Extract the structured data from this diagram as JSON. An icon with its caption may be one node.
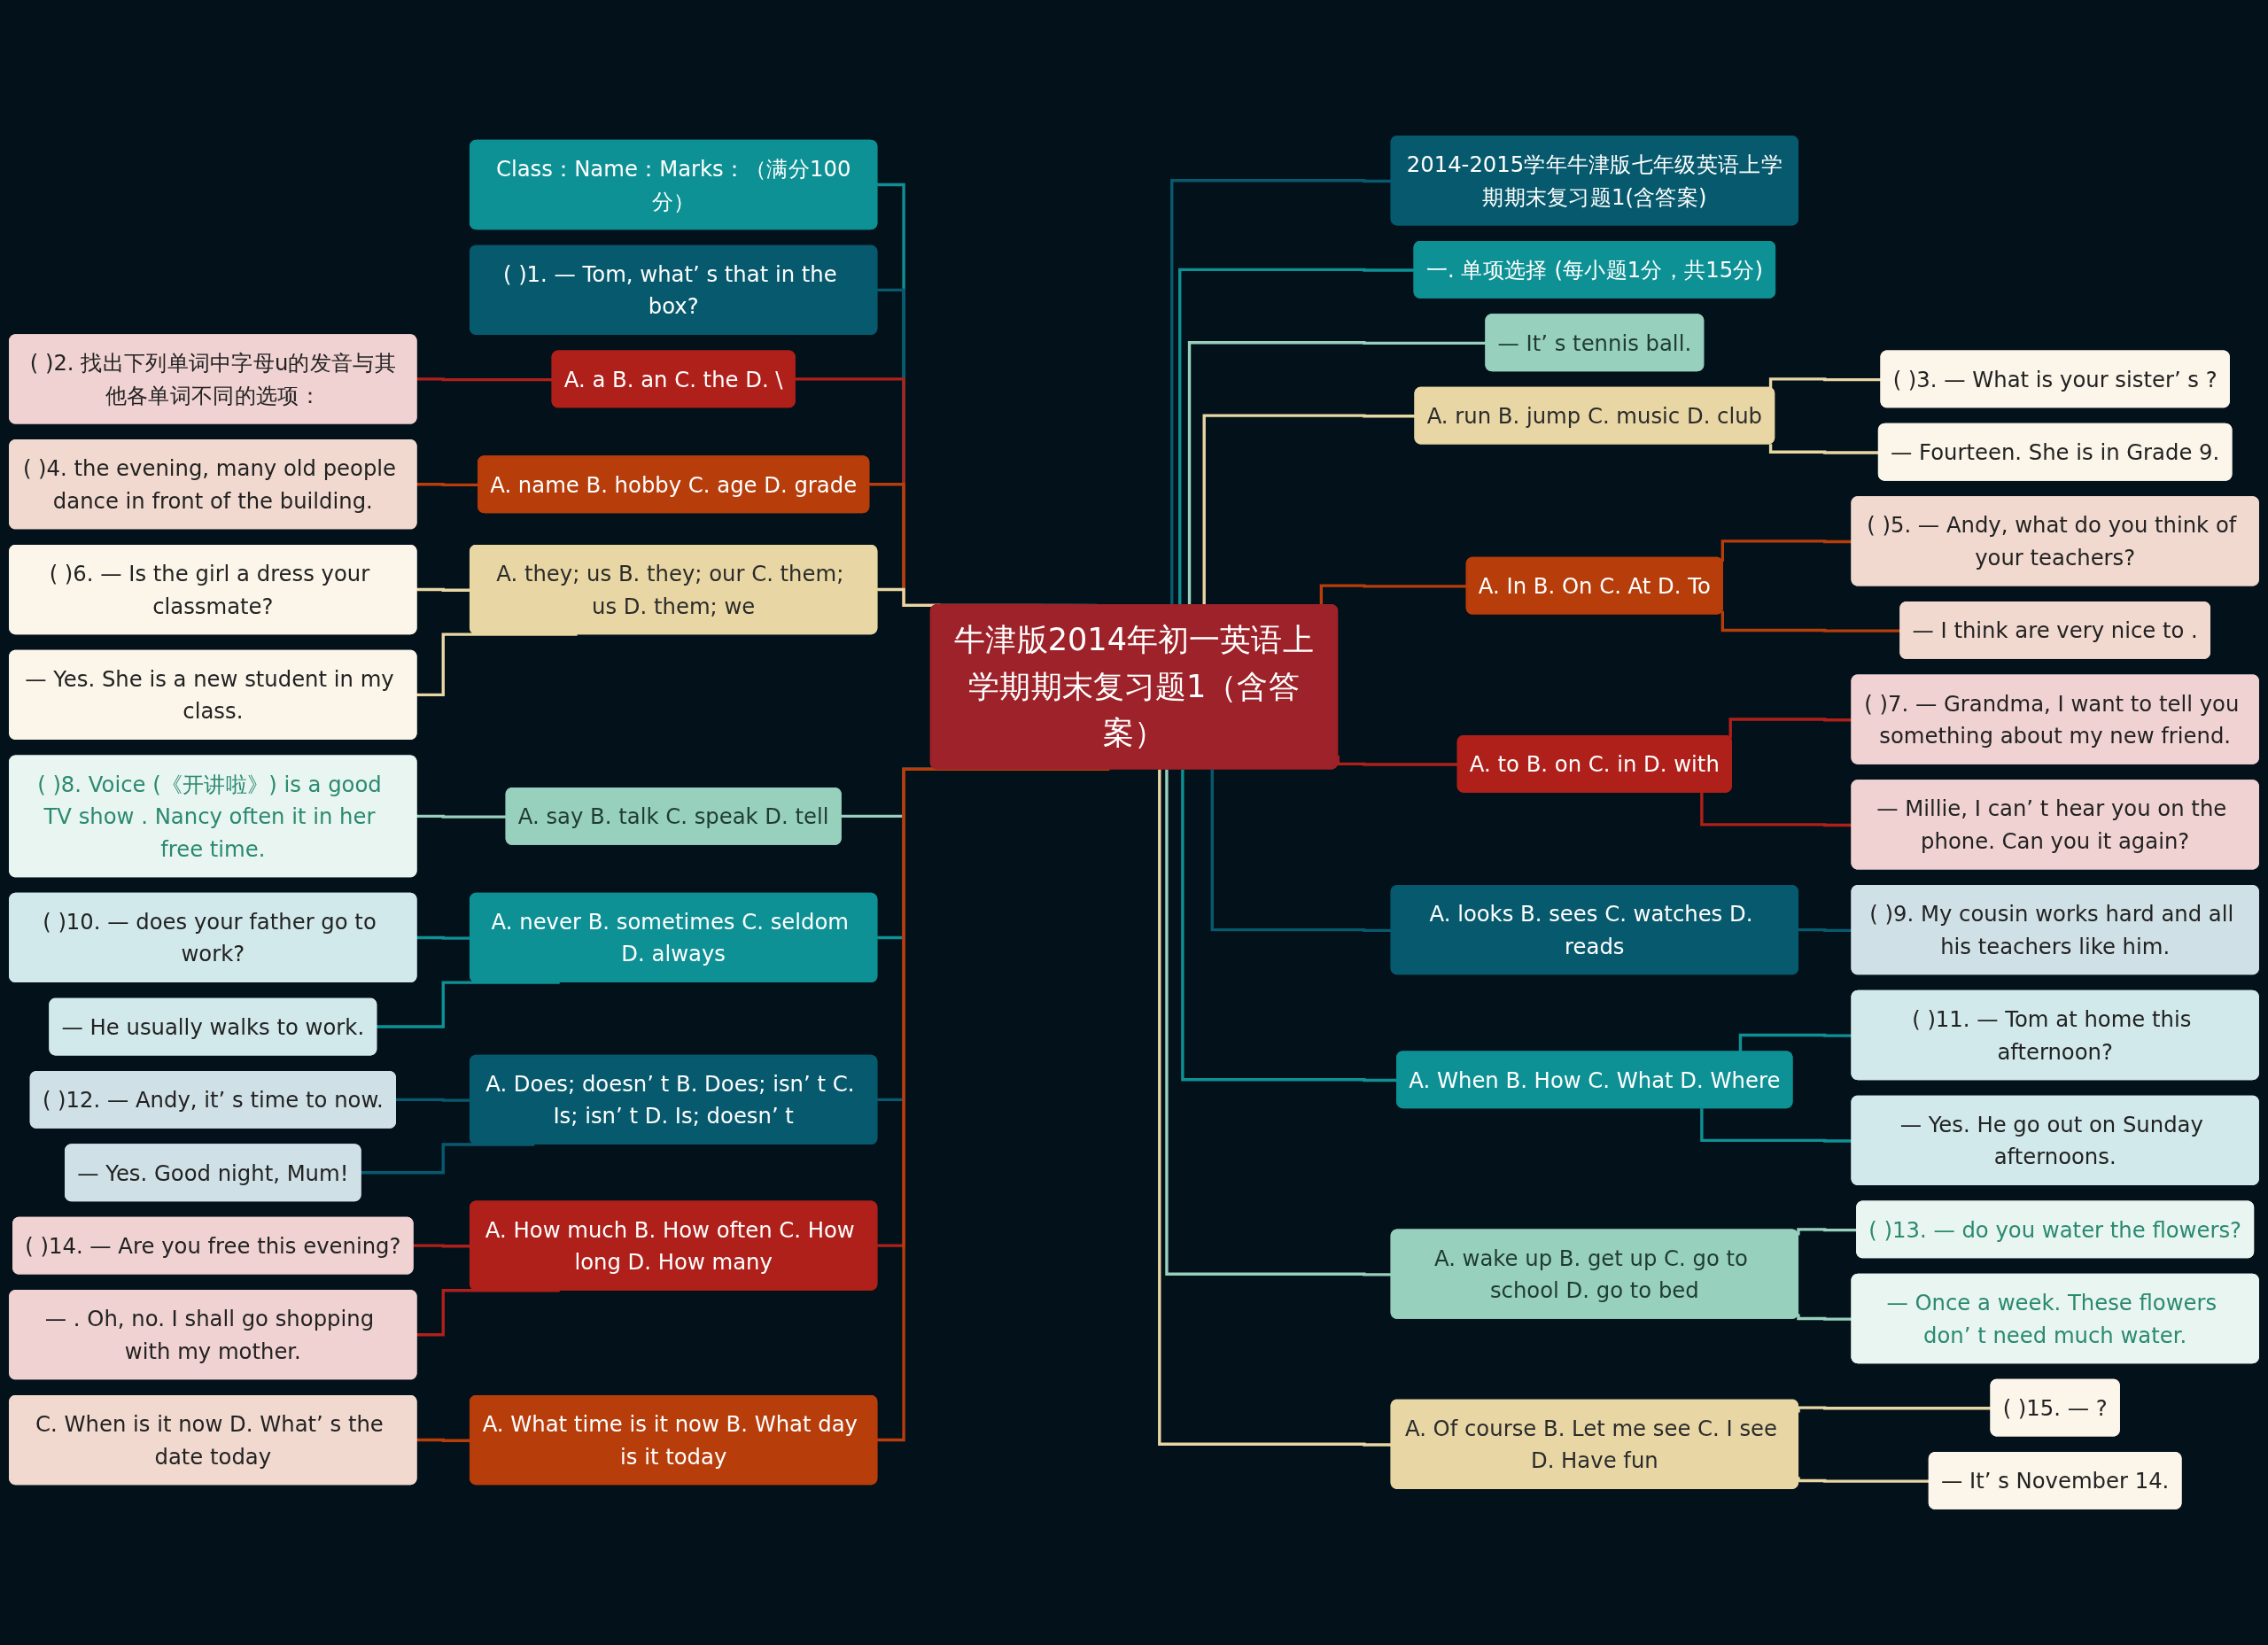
{
  "diagram": {
    "nodes": [
      {
        "text": [
          "牛津版2014年初一英语上学期期末复习题1（含答案）"
        ]
      },
      {
        "text": [
          "Class：Name：Marks：（满分100分）"
        ]
      },
      {
        "text": [
          "( )1. — Tom, what’ s that in the box?"
        ]
      },
      {
        "text": [
          "A. a B. an C. the D. \\"
        ]
      },
      {
        "text": [
          "( )2. 找出下列单词中字母u的发音与其他各单词不同的选项："
        ]
      },
      {
        "text": [
          "A. name B. hobby C. age D. grade"
        ]
      },
      {
        "text": [
          "( )4. the evening, many old people dance in front of the building."
        ]
      },
      {
        "text": [
          "A. they; us B. they; our C. them; us D. them; we"
        ]
      },
      {
        "text": [
          "( )6. — Is the girl a dress your classmate?"
        ]
      },
      {
        "text": [
          "— Yes. She is a new student in my class."
        ]
      },
      {
        "text": [
          "A. say B. talk C. speak D. tell"
        ]
      },
      {
        "text": [
          "( )8. Voice (《开讲啦》) is a good TV show . Nancy often it in her free time."
        ]
      },
      {
        "text": [
          "A. never B. sometimes C. seldom D. always"
        ]
      },
      {
        "text": [
          "( )10. — does your father go to work?"
        ]
      },
      {
        "text": [
          "— He usually walks to work."
        ]
      },
      {
        "text": [
          "A. Does; doesn’ t B. Does; isn’ t C. Is; isn’ t D. Is; doesn’ t"
        ]
      },
      {
        "text": [
          "( )12. — Andy, it’ s time to now."
        ]
      },
      {
        "text": [
          "— Yes. Good night, Mum!"
        ]
      },
      {
        "text": [
          "A. How much B. How often C. How long D. How many"
        ]
      },
      {
        "text": [
          "( )14. — Are you free this evening?"
        ]
      },
      {
        "text": [
          "— . Oh, no. I shall go shopping with my mother."
        ]
      },
      {
        "text": [
          "A. What time is it now B. What day is it today"
        ]
      },
      {
        "text": [
          "C. When is it now D. What’ s the date today"
        ]
      },
      {
        "text": [
          "2014-2015学年牛津版七年级英语上学期期末复习题1(含答案)"
        ]
      },
      {
        "text": [
          "一. 单项选择 (每小题1分，共15分)"
        ]
      },
      {
        "text": [
          "— It’ s tennis ball."
        ]
      },
      {
        "text": [
          "A. run B. jump C. music D. club"
        ]
      },
      {
        "text": [
          "( )3. — What is your sister’ s ?"
        ]
      },
      {
        "text": [
          "— Fourteen. She is in Grade 9."
        ]
      },
      {
        "text": [
          "A. In B. On C. At D. To"
        ]
      },
      {
        "text": [
          "( )5. — Andy, what do you think of your teachers?"
        ]
      },
      {
        "text": [
          "— I think are very nice to ."
        ]
      },
      {
        "text": [
          "A. to B. on C. in D. with"
        ]
      },
      {
        "text": [
          "( )7. — Grandma, I want to tell you something about my new friend."
        ]
      },
      {
        "text": [
          "— Millie, I can’ t hear you on the phone. Can you it again?"
        ]
      },
      {
        "text": [
          "A. looks B. sees C. watches D. reads"
        ]
      },
      {
        "text": [
          "( )9. My cousin works hard and all his teachers like him."
        ]
      },
      {
        "text": [
          "A. When B. How C. What D. Where"
        ]
      },
      {
        "text": [
          "( )11. — Tom at home this afternoon?"
        ]
      },
      {
        "text": [
          "— Yes. He go out on Sunday afternoons."
        ]
      },
      {
        "text": [
          "A. wake up B. get up C. go to school D. go to bed"
        ]
      },
      {
        "text": [
          "( )13. — do you water the flowers?"
        ]
      },
      {
        "text": [
          "— Once a week. These flowers don’ t need much water."
        ]
      },
      {
        "text": [
          "A. Of course B. Let me see C. I see D. Have fun"
        ]
      },
      {
        "text": [
          "( )15. — ?"
        ]
      },
      {
        "text": [
          "— It’ s November 14."
        ]
      }
    ],
    "edges": [
      {
        "from": 1,
        "to": 0,
        "arrow": "none",
        "color": "#0e9195"
      },
      {
        "from": 2,
        "to": 0,
        "arrow": "none",
        "color": "#075a6e"
      },
      {
        "from": 3,
        "to": 0,
        "arrow": "none",
        "color": "#b0201a"
      },
      {
        "from": 4,
        "to": 3,
        "arrow": "none",
        "color": "#b0201a"
      },
      {
        "from": 5,
        "to": 0,
        "arrow": "none",
        "color": "#b73d0b"
      },
      {
        "from": 6,
        "to": 5,
        "arrow": "none",
        "color": "#b73d0b"
      },
      {
        "from": 7,
        "to": 0,
        "arrow": "none",
        "color": "#e8d7a4"
      },
      {
        "from": 8,
        "to": 7,
        "arrow": "none",
        "color": "#e8d7a4"
      },
      {
        "from": 9,
        "to": 7,
        "arrow": "none",
        "color": "#e8d7a4"
      },
      {
        "from": 10,
        "to": 0,
        "arrow": "none",
        "color": "#97d0bc"
      },
      {
        "from": 11,
        "to": 10,
        "arrow": "none",
        "color": "#97d0bc"
      },
      {
        "from": 12,
        "to": 0,
        "arrow": "none",
        "color": "#0e9195"
      },
      {
        "from": 13,
        "to": 12,
        "arrow": "none",
        "color": "#0e9195"
      },
      {
        "from": 14,
        "to": 12,
        "arrow": "none",
        "color": "#0e9195"
      },
      {
        "from": 15,
        "to": 0,
        "arrow": "none",
        "color": "#075a6e"
      },
      {
        "from": 16,
        "to": 15,
        "arrow": "none",
        "color": "#075a6e"
      },
      {
        "from": 17,
        "to": 15,
        "arrow": "none",
        "color": "#075a6e"
      },
      {
        "from": 18,
        "to": 0,
        "arrow": "none",
        "color": "#b0201a"
      },
      {
        "from": 19,
        "to": 18,
        "arrow": "none",
        "color": "#b0201a"
      },
      {
        "from": 20,
        "to": 18,
        "arrow": "none",
        "color": "#b0201a"
      },
      {
        "from": 21,
        "to": 0,
        "arrow": "none",
        "color": "#b73d0b"
      },
      {
        "from": 22,
        "to": 21,
        "arrow": "none",
        "color": "#b73d0b"
      },
      {
        "from": 0,
        "to": 23,
        "arrow": "none",
        "color": "#075a6e"
      },
      {
        "from": 0,
        "to": 24,
        "arrow": "none",
        "color": "#0e9195"
      },
      {
        "from": 0,
        "to": 25,
        "arrow": "none",
        "color": "#97d0bc"
      },
      {
        "from": 0,
        "to": 26,
        "arrow": "none",
        "color": "#e8d7a4"
      },
      {
        "from": 26,
        "to": 27,
        "arrow": "none",
        "color": "#e8d7a4"
      },
      {
        "from": 26,
        "to": 28,
        "arrow": "none",
        "color": "#e8d7a4"
      },
      {
        "from": 0,
        "to": 29,
        "arrow": "none",
        "color": "#b73d0b"
      },
      {
        "from": 29,
        "to": 30,
        "arrow": "none",
        "color": "#b73d0b"
      },
      {
        "from": 29,
        "to": 31,
        "arrow": "none",
        "color": "#b73d0b"
      },
      {
        "from": 0,
        "to": 32,
        "arrow": "none",
        "color": "#b0201a"
      },
      {
        "from": 32,
        "to": 33,
        "arrow": "none",
        "color": "#b0201a"
      },
      {
        "from": 32,
        "to": 34,
        "arrow": "none",
        "color": "#b0201a"
      },
      {
        "from": 0,
        "to": 35,
        "arrow": "none",
        "color": "#075a6e"
      },
      {
        "from": 35,
        "to": 36,
        "arrow": "none",
        "color": "#075a6e"
      },
      {
        "from": 0,
        "to": 37,
        "arrow": "none",
        "color": "#0e9195"
      },
      {
        "from": 37,
        "to": 38,
        "arrow": "none",
        "color": "#0e9195"
      },
      {
        "from": 37,
        "to": 39,
        "arrow": "none",
        "color": "#0e9195"
      },
      {
        "from": 0,
        "to": 40,
        "arrow": "none",
        "color": "#97d0bc"
      },
      {
        "from": 40,
        "to": 41,
        "arrow": "none",
        "color": "#97d0bc"
      },
      {
        "from": 40,
        "to": 42,
        "arrow": "none",
        "color": "#97d0bc"
      },
      {
        "from": 0,
        "to": 43,
        "arrow": "none",
        "color": "#e8d7a4"
      },
      {
        "from": 43,
        "to": 44,
        "arrow": "none",
        "color": "#e8d7a4"
      },
      {
        "from": 43,
        "to": 45,
        "arrow": "none",
        "color": "#e8d7a4"
      }
    ]
  }
}
